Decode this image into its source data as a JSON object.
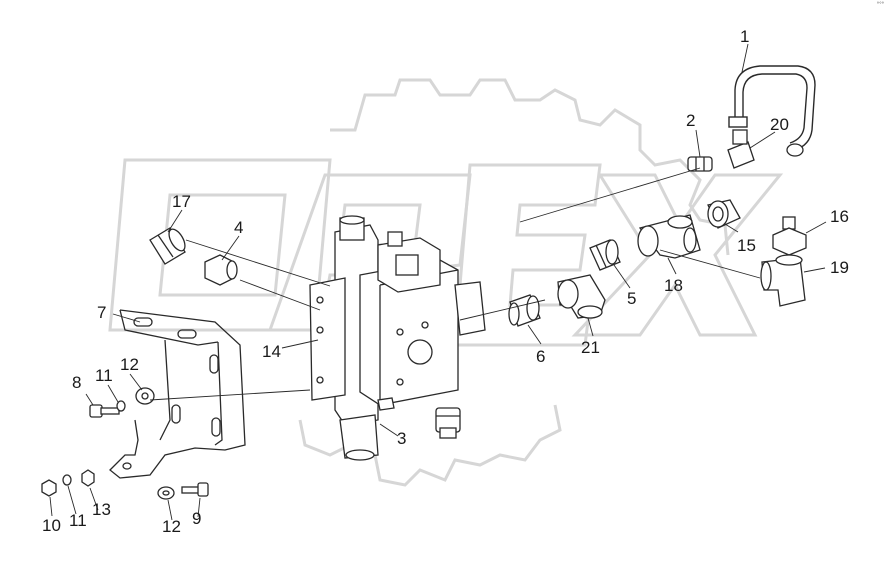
{
  "corner_mark": "°°°",
  "watermark": {
    "text": "OREX",
    "color": "#d6d6d6"
  },
  "line_color": "#2a2a2a",
  "labels": {
    "p1": "1",
    "p2": "2",
    "p20": "20",
    "p17": "17",
    "p4": "4",
    "p16": "16",
    "p15": "15",
    "p19": "19",
    "p18": "18",
    "p5": "5",
    "p7": "7",
    "p14": "14",
    "p6": "6",
    "p21": "21",
    "p8": "8",
    "p11a": "11",
    "p12a": "12",
    "p3": "3",
    "p10": "10",
    "p11b": "11",
    "p13": "13",
    "p12b": "12",
    "p9": "9"
  }
}
